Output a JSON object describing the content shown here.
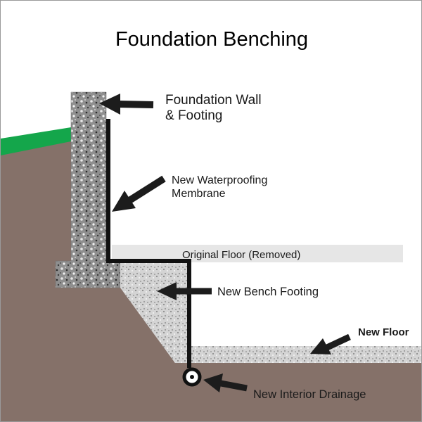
{
  "title": "Foundation Benching",
  "labels": {
    "wall": "Foundation Wall\n& Footing",
    "membrane": "New Waterproofing\nMembrane",
    "original_floor": "Original Floor (Removed)",
    "bench_footing": "New Bench Footing",
    "new_floor": "New Floor",
    "drainage": "New Interior Drainage"
  },
  "colors": {
    "soil": "#857169",
    "grass": "#14a64b",
    "concrete_wall": "#8f8f8f",
    "gravel_bench": "#d4d4d4",
    "original_floor_band": "#e6e6e6",
    "membrane": "#111111",
    "arrow": "#1c1c1c"
  }
}
